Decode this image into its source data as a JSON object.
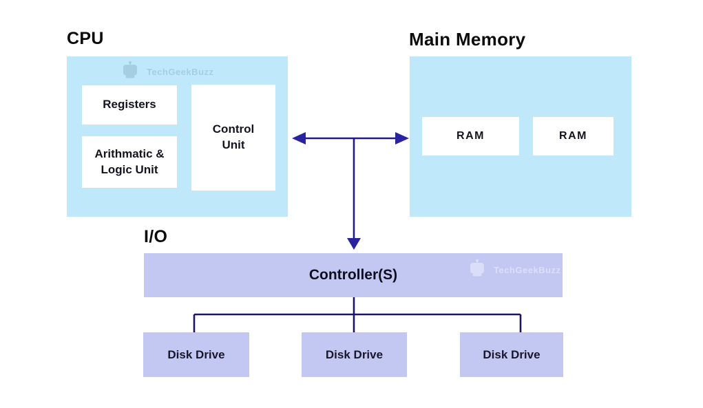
{
  "cpu": {
    "label": "CPU",
    "registers": "Registers",
    "alu": "Arithmatic & Logic Unit",
    "control_unit": "Control Unit"
  },
  "main_memory": {
    "label": "Main Memory",
    "ram1": "RAM",
    "ram2": "RAM"
  },
  "io": {
    "label": "I/O",
    "controller": "Controller(S)",
    "disk_drives": [
      "Disk Drive",
      "Disk Drive",
      "Disk Drive"
    ]
  },
  "watermark": {
    "text": "TechGeekBuzz",
    "icon": "robot-mascot-icon"
  },
  "colors": {
    "light_blue_fill": "#bfe8fb",
    "lavender_fill": "#c3c8f3",
    "arrow_navy": "#221b80",
    "box_white": "#ffffff",
    "text_black": "#0c0c0c"
  }
}
